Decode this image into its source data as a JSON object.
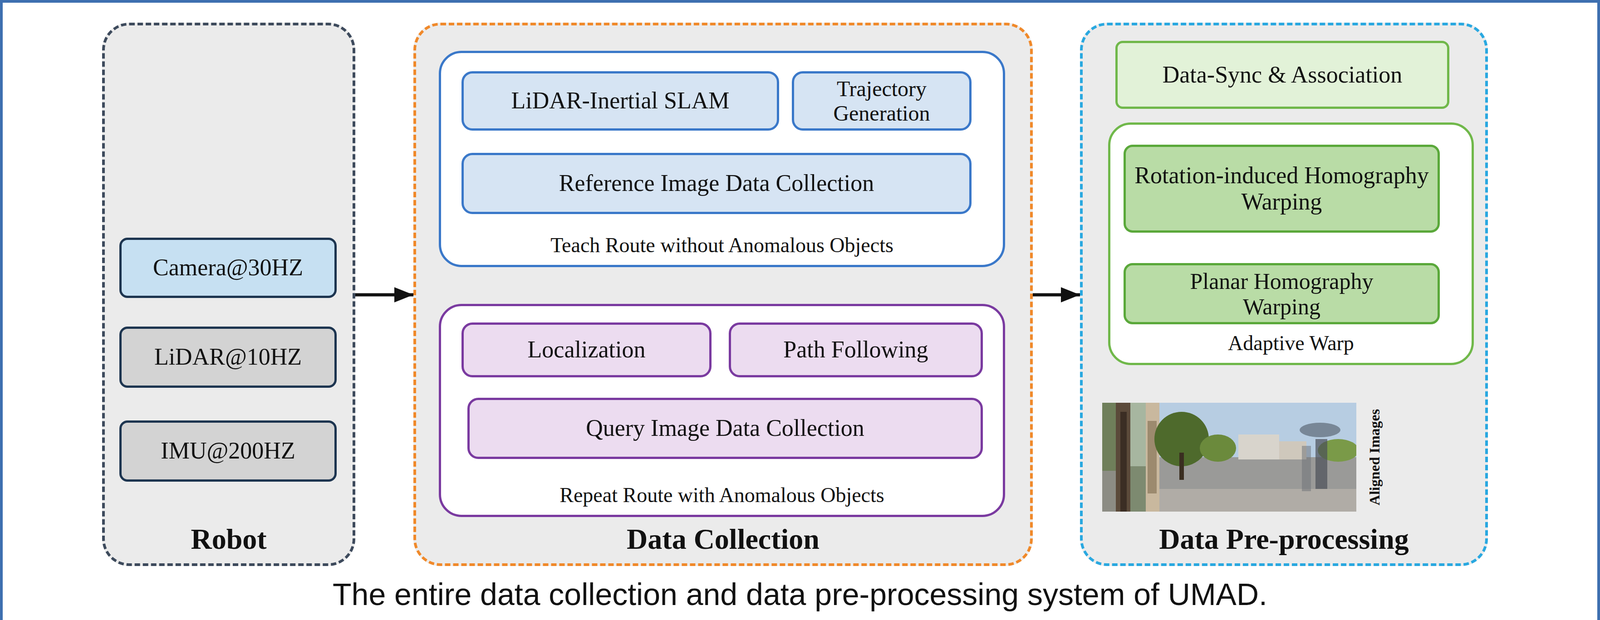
{
  "diagram": {
    "caption": "The entire data collection and data pre-processing system of UMAD.",
    "nodes": [
      {
        "text": [
          "Robot"
        ]
      },
      {
        "text": [
          "Camera@30HZ"
        ],
        "in": 0
      },
      {
        "text": [
          "LiDAR@10HZ"
        ],
        "in": 0
      },
      {
        "text": [
          "IMU@200HZ"
        ],
        "in": 0
      },
      {
        "text": [
          "Data Collection"
        ]
      },
      {
        "text": [
          "Teach Route without Anomalous Objects"
        ],
        "in": 4
      },
      {
        "text": [
          "LiDAR-Inertial SLAM"
        ],
        "in": 5
      },
      {
        "text": [
          "Trajectory Generation"
        ],
        "in": 5
      },
      {
        "text": [
          "Reference Image Data Collection"
        ],
        "in": 5
      },
      {
        "text": [
          "Repeat Route with Anomalous Objects"
        ],
        "in": 4
      },
      {
        "text": [
          "Localization"
        ],
        "in": 9
      },
      {
        "text": [
          "Path Following"
        ],
        "in": 9
      },
      {
        "text": [
          "Query Image Data Collection"
        ],
        "in": 9
      },
      {
        "text": [
          "Data Pre-processing"
        ]
      },
      {
        "text": [
          "Data-Sync & Association"
        ],
        "in": 13
      },
      {
        "text": [
          "Adaptive Warp"
        ],
        "in": 13
      },
      {
        "text": [
          "Rotation-induced Homography Warping"
        ],
        "in": 15
      },
      {
        "text": [
          "Planar Homography Warping"
        ],
        "in": 15
      },
      {
        "text": [
          "Aligned Images"
        ],
        "in": 13
      }
    ],
    "edges": [
      {
        "from": 0,
        "to": 4,
        "arrow": "to"
      },
      {
        "from": 4,
        "to": 13,
        "arrow": "to"
      },
      {
        "from": 6,
        "to": 7,
        "arrow": "to"
      },
      {
        "from": 5,
        "to": 9,
        "arrow": "to"
      },
      {
        "from": 10,
        "to": 11,
        "arrow": "to"
      },
      {
        "from": 14,
        "to": 16,
        "arrow": "to"
      },
      {
        "from": 14,
        "to": 17,
        "arrow": "to"
      },
      {
        "from": 16,
        "to": 17,
        "arrow": "to"
      },
      {
        "from": 15,
        "to": 18,
        "arrow": "to"
      }
    ]
  }
}
